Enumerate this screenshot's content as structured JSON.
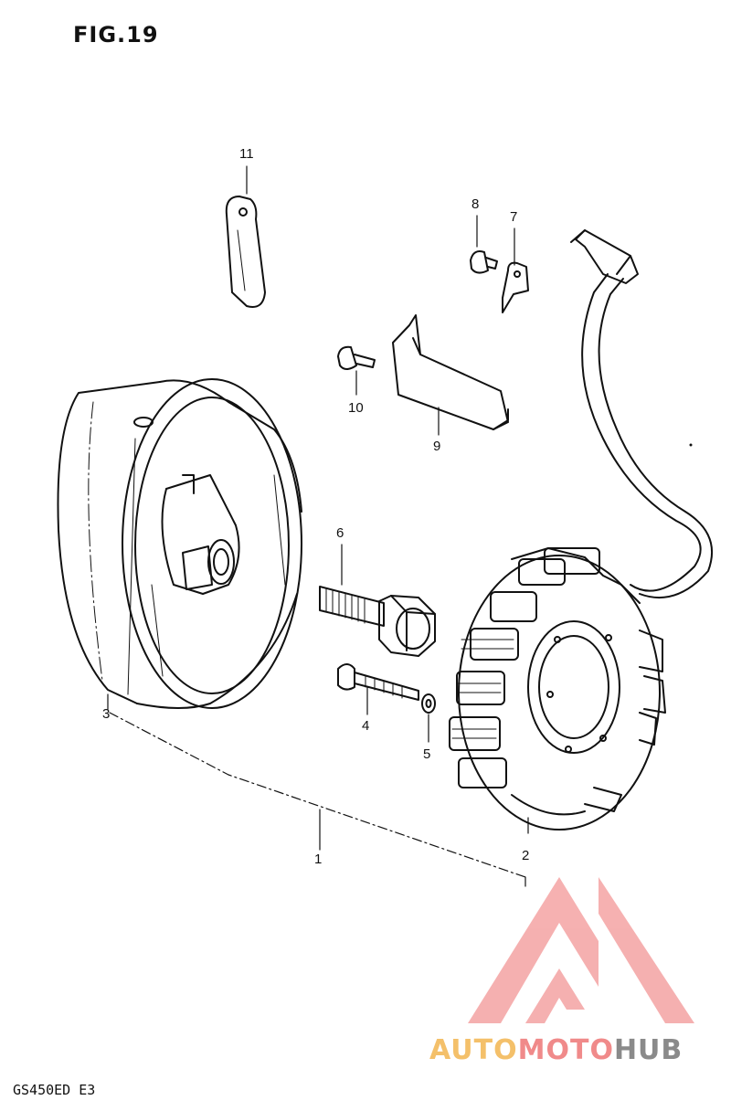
{
  "figure": {
    "title": "FIG.19",
    "model_code": "GS450ED E3"
  },
  "callouts": [
    {
      "id": "1",
      "label": "1"
    },
    {
      "id": "2",
      "label": "2"
    },
    {
      "id": "3",
      "label": "3"
    },
    {
      "id": "4",
      "label": "4"
    },
    {
      "id": "5",
      "label": "5"
    },
    {
      "id": "6",
      "label": "6"
    },
    {
      "id": "7",
      "label": "7"
    },
    {
      "id": "8",
      "label": "8"
    },
    {
      "id": "9",
      "label": "9"
    },
    {
      "id": "10",
      "label": "10"
    },
    {
      "id": "11",
      "label": "11"
    }
  ],
  "watermark": {
    "text_part1": "AUTO",
    "text_part2": "MOTO",
    "text_part3": "HUB",
    "colors": {
      "part1": "#f4c06a",
      "part2": "#f08a8a",
      "part3": "#8a8a8a",
      "mark": "#f4a3a3"
    }
  }
}
